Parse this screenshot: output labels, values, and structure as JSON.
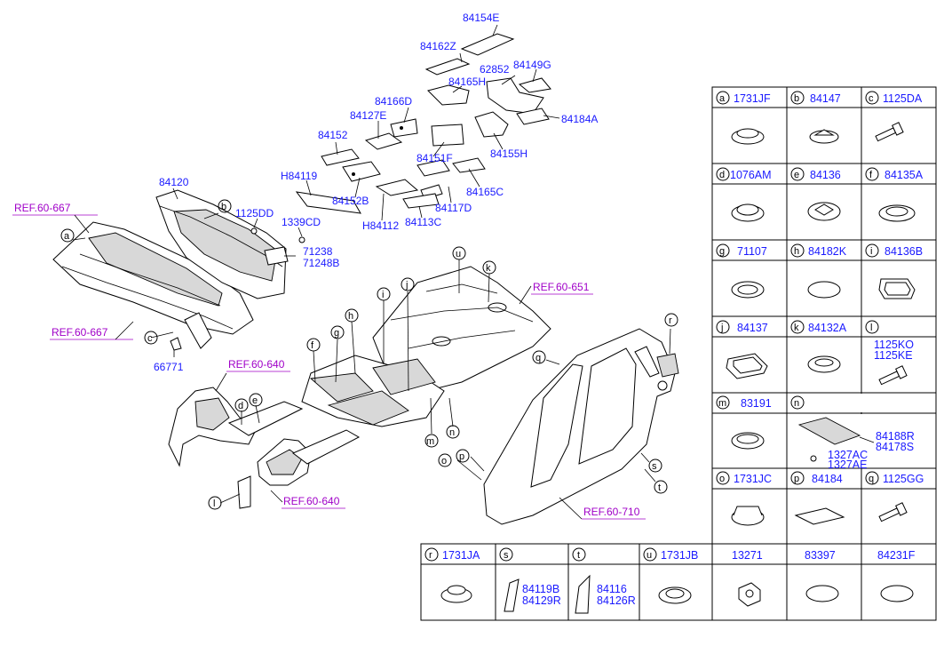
{
  "callouts": [
    {
      "id": "p84154E",
      "text": "84154E"
    },
    {
      "id": "p84162Z",
      "text": "84162Z"
    },
    {
      "id": "p62852",
      "text": "62852"
    },
    {
      "id": "p84149G",
      "text": "84149G"
    },
    {
      "id": "p84165H",
      "text": "84165H"
    },
    {
      "id": "p84166D",
      "text": "84166D"
    },
    {
      "id": "p84184A",
      "text": "84184A"
    },
    {
      "id": "p84127E",
      "text": "84127E"
    },
    {
      "id": "p84152",
      "text": "84152"
    },
    {
      "id": "p84155H",
      "text": "84155H"
    },
    {
      "id": "p84151F",
      "text": "84151F"
    },
    {
      "id": "pH84119",
      "text": "H84119"
    },
    {
      "id": "p84165C",
      "text": "84165C"
    },
    {
      "id": "p84120",
      "text": "84120"
    },
    {
      "id": "p84152B",
      "text": "84152B"
    },
    {
      "id": "p84117D",
      "text": "84117D"
    },
    {
      "id": "p1125DD",
      "text": "1125DD"
    },
    {
      "id": "p1339CD",
      "text": "1339CD"
    },
    {
      "id": "pH84112",
      "text": "H84112"
    },
    {
      "id": "p84113C",
      "text": "84113C"
    },
    {
      "id": "p71238",
      "text": "71238"
    },
    {
      "id": "p71248B",
      "text": "71248B"
    },
    {
      "id": "p66771",
      "text": "66771"
    }
  ],
  "refs": [
    {
      "id": "r1",
      "text": "REF.60-667"
    },
    {
      "id": "r2",
      "text": "REF.60-667"
    },
    {
      "id": "r3",
      "text": "REF.60-651"
    },
    {
      "id": "r4",
      "text": "REF.60-640"
    },
    {
      "id": "r5",
      "text": "REF.60-640"
    },
    {
      "id": "r6",
      "text": "REF.60-710"
    }
  ],
  "letters": [
    "a",
    "b",
    "c",
    "d",
    "e",
    "f",
    "g",
    "h",
    "i",
    "j",
    "k",
    "l",
    "m",
    "n",
    "o",
    "p",
    "q",
    "r",
    "s",
    "t",
    "u"
  ],
  "table_right": [
    {
      "letter": "a",
      "part": "1731JF"
    },
    {
      "letter": "b",
      "part": "84147"
    },
    {
      "letter": "c",
      "part": "1125DA"
    },
    {
      "letter": "d",
      "part": "1076AM"
    },
    {
      "letter": "e",
      "part": "84136"
    },
    {
      "letter": "f",
      "part": "84135A"
    },
    {
      "letter": "g",
      "part": "71107"
    },
    {
      "letter": "h",
      "part": "84182K"
    },
    {
      "letter": "i",
      "part": "84136B"
    },
    {
      "letter": "j",
      "part": "84137"
    },
    {
      "letter": "k",
      "part": "84132A"
    },
    {
      "letter": "l",
      "part": "",
      "extra1": "1125KO",
      "extra2": "1125KE"
    },
    {
      "letter": "m",
      "part": "83191"
    },
    {
      "letter": "n",
      "part": "",
      "extra1": "84188R",
      "extra2": "84178S",
      "extra3": "1327AC",
      "extra4": "1327AE"
    },
    {
      "letter": "o",
      "part": "1731JC"
    },
    {
      "letter": "p",
      "part": "84184"
    },
    {
      "letter": "q",
      "part": "1125GG"
    }
  ],
  "table_bottom": [
    {
      "letter": "r",
      "part": "1731JA"
    },
    {
      "letter": "s",
      "part": "",
      "extra1": "84119B",
      "extra2": "84129R"
    },
    {
      "letter": "t",
      "part": "",
      "extra1": "84116",
      "extra2": "84126R"
    },
    {
      "letter": "u",
      "part": "1731JB"
    },
    {
      "letter": "",
      "part": "13271"
    },
    {
      "letter": "",
      "part": "83397"
    },
    {
      "letter": "",
      "part": "84231F"
    }
  ]
}
